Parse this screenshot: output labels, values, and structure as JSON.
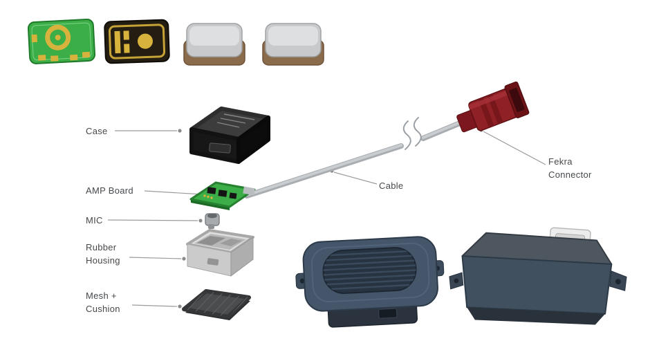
{
  "labels": {
    "case": "Case",
    "amp_board": "AMP Board",
    "mic": "MIC",
    "rubber_housing": "Rubber Housing",
    "mesh_cushion": "Mesh + Cushion",
    "cable": "Cable",
    "fekra_connector": "Fekra Connector"
  },
  "thumbnails": [
    {
      "icon": "mems-mic-pcb-bottom-icon"
    },
    {
      "icon": "mems-mic-pcb-top-icon"
    },
    {
      "icon": "metal-can-package-icon"
    },
    {
      "icon": "metal-can-package-icon"
    }
  ],
  "colors": {
    "background": "#ffffff",
    "label_text": "#45484b",
    "leader_line": "#9b9b9b",
    "pcb_green": "#3cae47",
    "gold": "#d7b23c",
    "case_black": "#181818",
    "cable_gray": "#b4b8bc",
    "fekra_red": "#8e2026",
    "housing_gray": "#d6d6d6",
    "mesh_gray": "#46484a",
    "module_slate": "#45566a",
    "module_gray": "#4e5760"
  }
}
